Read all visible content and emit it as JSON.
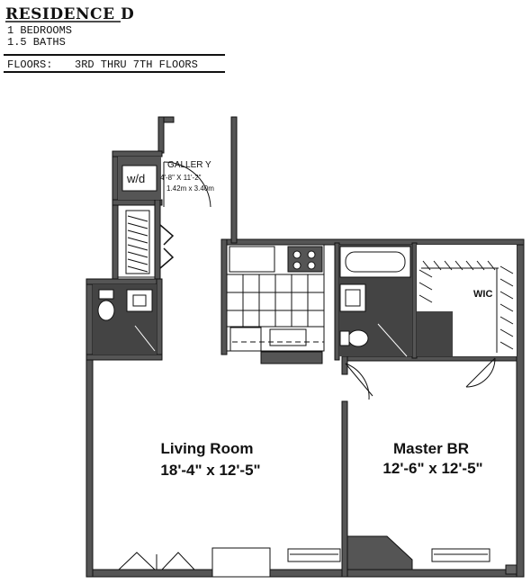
{
  "header": {
    "title": "RESIDENCE D",
    "line1": "1 BEDROOMS",
    "line2": "1.5 BATHS",
    "floors_label": "FLOORS:",
    "floors_value": "3RD THRU 7TH FLOORS"
  },
  "rooms": {
    "living_name": "Living Room",
    "living_dims": "18'-4\" x 12'-5\"",
    "master_name": "Master BR",
    "master_dims": "12'-6\" x 12'-5\"",
    "gallery_name": "GALLER Y",
    "gallery_dims": "4'-8\" X 11'-2\"",
    "gallery_metric": "1.42m x 3.40m",
    "wd_label": "w/d",
    "wic_label": "WIC"
  }
}
